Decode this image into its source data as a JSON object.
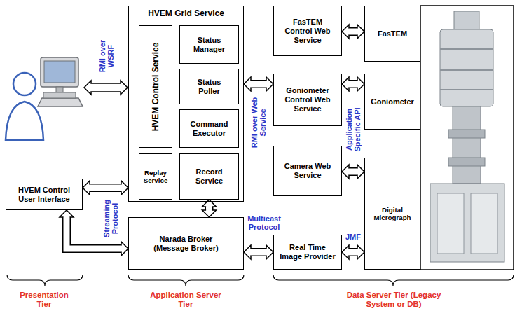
{
  "diagram": {
    "nodes": [
      {
        "text": [
          "HVEM Control User Interface"
        ]
      },
      {
        "text": [
          "HVEM Grid Service"
        ]
      },
      {
        "text": [
          "HVEM Control Service"
        ],
        "in": 1
      },
      {
        "text": [
          "Status Manager"
        ],
        "in": 1
      },
      {
        "text": [
          "Status Poller"
        ],
        "in": 1
      },
      {
        "text": [
          "Command Executor"
        ],
        "in": 1
      },
      {
        "text": [
          "Replay Service"
        ],
        "in": 1
      },
      {
        "text": [
          "Record Service"
        ],
        "in": 1
      },
      {
        "text": [
          "Narada Broker (Message Broker)"
        ]
      },
      {
        "text": [
          "FasTEM Control Web Service"
        ]
      },
      {
        "text": [
          "Goniometer Control Web Service"
        ]
      },
      {
        "text": [
          "Camera Web Service"
        ]
      },
      {
        "text": [
          "Real Time Image Provider"
        ]
      },
      {
        "text": [
          "FasTEM"
        ]
      },
      {
        "text": [
          "Goniometer"
        ]
      },
      {
        "text": [
          "Digital Micrograph"
        ]
      }
    ],
    "edges": [
      {
        "from": 0,
        "to": 1,
        "arrow": "both"
      },
      {
        "from": 0,
        "to": 8,
        "arrow": "both"
      },
      {
        "from": 7,
        "to": 8,
        "arrow": "both"
      },
      {
        "from": 1,
        "to": 10,
        "arrow": "both"
      },
      {
        "from": 8,
        "to": 12,
        "arrow": "both"
      },
      {
        "from": 9,
        "to": 13,
        "arrow": "both"
      },
      {
        "from": 10,
        "to": 14,
        "arrow": "both"
      },
      {
        "from": 11,
        "to": 15,
        "arrow": "both"
      },
      {
        "from": 12,
        "to": 15,
        "arrow": "both"
      }
    ],
    "labels": [
      "RMI over WSRF",
      "Streaming Protocol",
      "RMI over Web Service",
      "Application Specific API",
      "Multicast Protocol",
      "JMF",
      "Presentation Tier",
      "Application Server Tier",
      "Data Server Tier (Legacy System or DB)"
    ]
  }
}
